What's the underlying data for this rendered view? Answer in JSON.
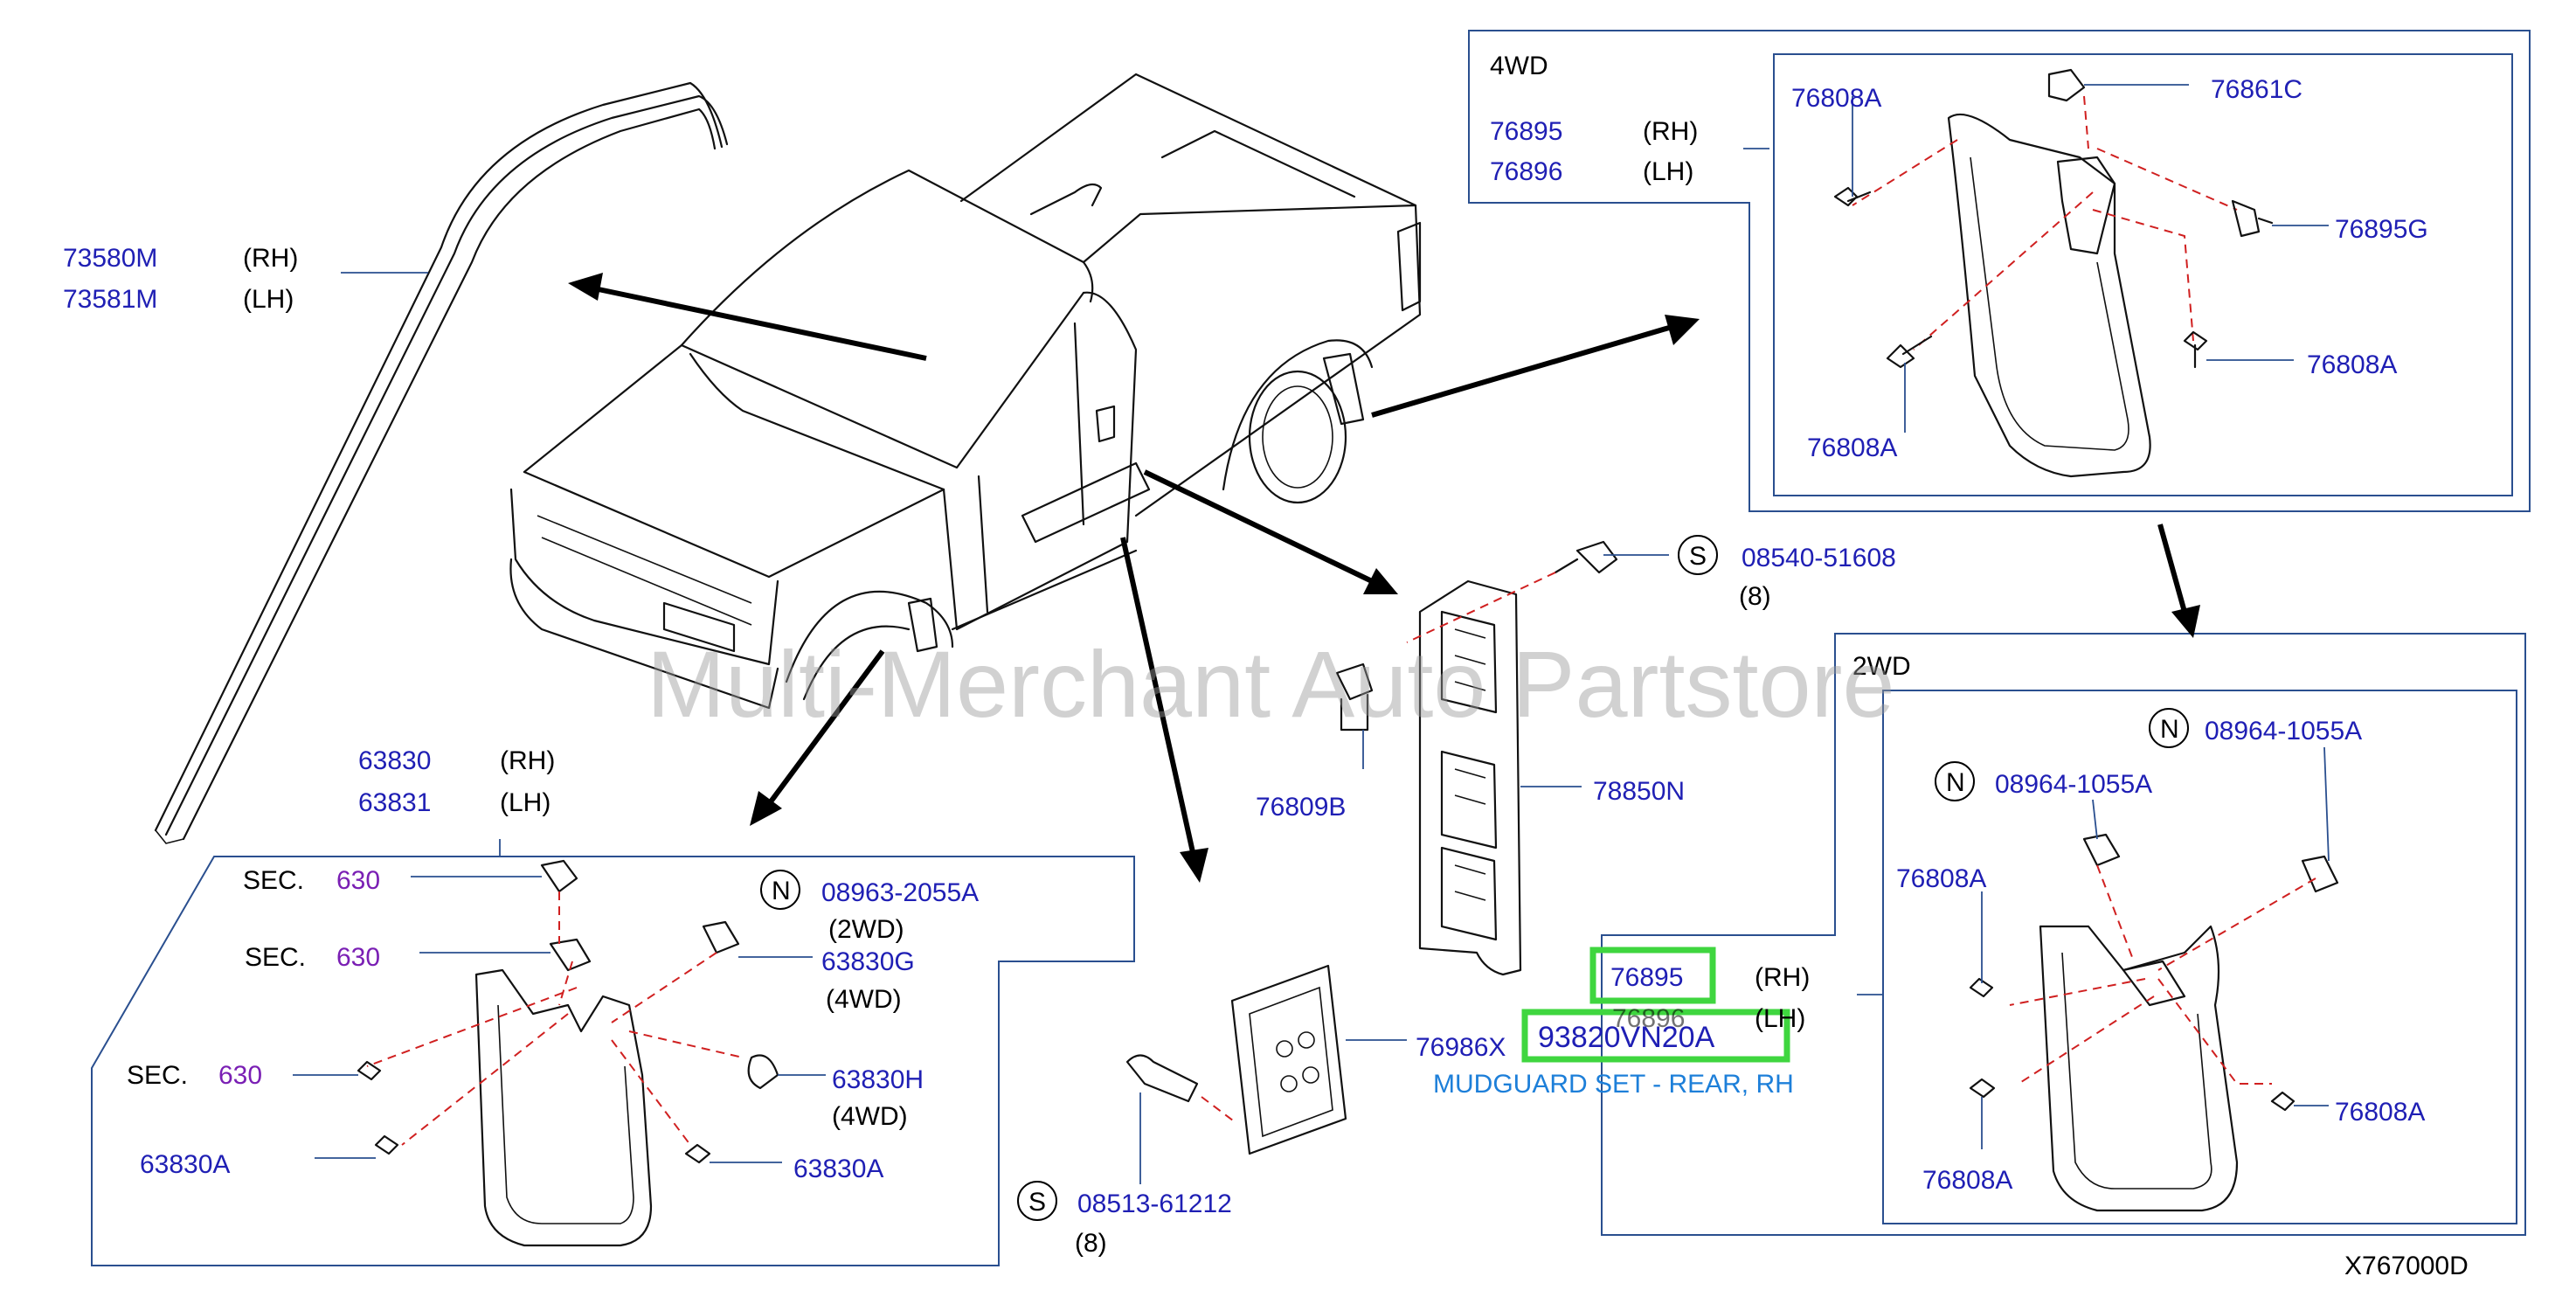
{
  "labels": {
    "p73580M": "73580M",
    "rh1": "(RH)",
    "p73581M": "73581M",
    "lh1": "(LH)",
    "wd4": "4WD",
    "p76895a": "76895",
    "rh2": "(RH)",
    "p76896a": "76896",
    "lh2": "(LH)",
    "p76808A_1": "76808A",
    "p76861C": "76861C",
    "p76895G": "76895G",
    "p76808A_2": "76808A",
    "p76808A_3": "76808A",
    "s1": "S",
    "p08540": "08540-51608",
    "q8a": "(8)",
    "p76809B": "76809B",
    "p78850N": "78850N",
    "wd2": "2WD",
    "n1": "N",
    "p08964a": "08964-1055A",
    "n2": "N",
    "p08964b": "08964-1055A",
    "p76808A_4": "76808A",
    "p76895b": "76895",
    "rh3": "(RH)",
    "p76896b": "76896",
    "lh3": "(LH)",
    "p93820": "93820VN20A",
    "mudguard": "MUDGUARD SET - REAR, RH",
    "p76808A_5": "76808A",
    "p76808A_6": "76808A",
    "p63830": "63830",
    "rh4": "(RH)",
    "p63831": "63831",
    "lh4": "(LH)",
    "sec1": "SEC.",
    "sec1n": "630",
    "sec2": "SEC.",
    "sec2n": "630",
    "sec3": "SEC.",
    "sec3n": "630",
    "n3": "N",
    "p08963": "08963-2055A",
    "wd2b": "(2WD)",
    "p63830G": "63830G",
    "wd4b": "(4WD)",
    "p63830H": "63830H",
    "wd4c": "(4WD)",
    "p63830A_1": "63830A",
    "p63830A_2": "63830A",
    "p76986X": "76986X",
    "s2": "S",
    "p08513": "08513-61212",
    "q8b": "(8)",
    "code": "X767000D",
    "watermark": "Multi-Merchant Auto Partstore"
  },
  "colors": {
    "part_number": "#1f1fb4",
    "section": "#7a1fb4",
    "description": "#1d7fd9",
    "highlight": "#3fd63f",
    "dashed_line": "#d02020"
  }
}
